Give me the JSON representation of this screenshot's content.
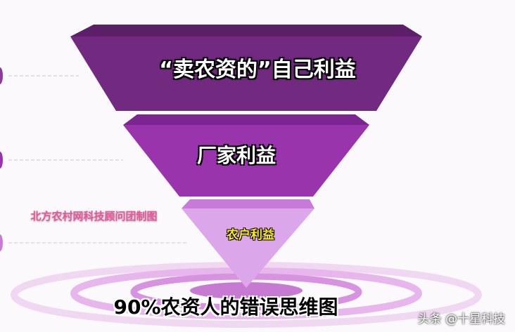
{
  "funnel": {
    "levels": [
      {
        "label": "“卖农资的”自己利益",
        "color": "#722a80"
      },
      {
        "label": "厂家利益",
        "color": "#9a34ad"
      },
      {
        "label": "农户利益",
        "color": "#d99fe8"
      }
    ]
  },
  "credit": "北方农村网科技顾问团制图",
  "title": "90%农资人的错误思维图",
  "watermark": "头条 @十星科技"
}
